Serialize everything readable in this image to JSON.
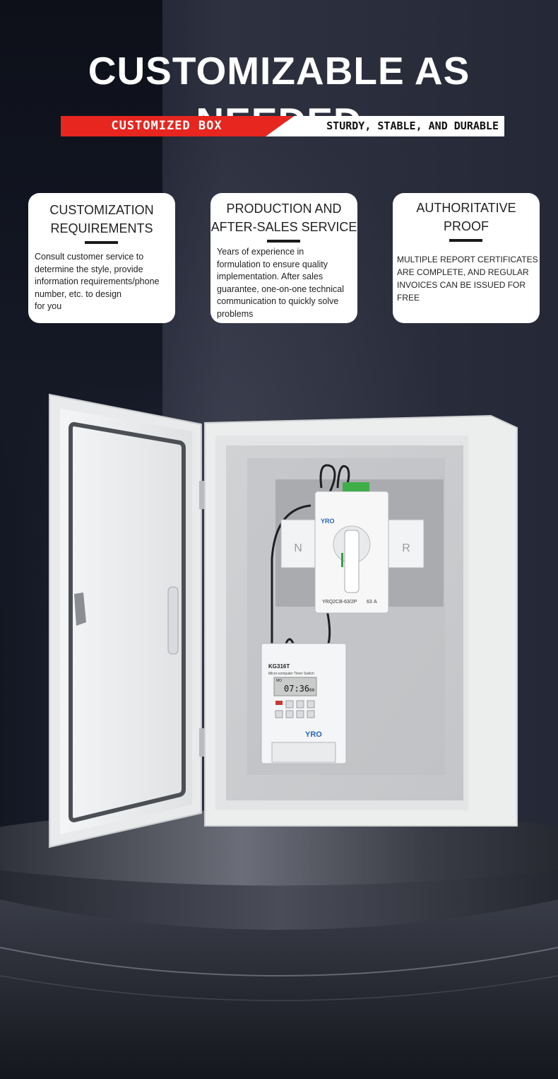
{
  "header": {
    "title": "CUSTOMIZABLE AS NEEDED",
    "banner_left": "CUSTOMIZED BOX",
    "banner_right": "STURDY, STABLE, AND DURABLE"
  },
  "cards": [
    {
      "title_line1": "CUSTOMIZATION",
      "title_line2": "REQUIREMENTS",
      "body": [
        "Consult customer service to",
        "determine the style, provide",
        "information requirements/phone",
        "number, etc. to design",
        "for you"
      ]
    },
    {
      "title_line1": "PRODUCTION AND",
      "title_line2": "AFTER-SALES SERVICE",
      "body": [
        "Years of experience in",
        "formulation to ensure quality",
        "implementation. After sales",
        "guarantee, one-on-one technical",
        "communication to quickly solve",
        "problems"
      ]
    },
    {
      "title_line1": "AUTHORITATIVE",
      "title_line2": "PROOF",
      "body": [
        "MULTIPLE REPORT CERTIFICATES",
        "ARE COMPLETE, AND REGULAR",
        "INVOICES CAN BE ISSUED FOR",
        "FREE"
      ]
    }
  ],
  "product": {
    "switch_brand": "YRO",
    "switch_label_n": "N",
    "switch_label_r": "R",
    "switch_model": "YRQ2CB-63/2P",
    "switch_rating": "63",
    "switch_unit": "A",
    "timer_model": "KG316T",
    "timer_subtitle": "Micro-computer Timer Switch",
    "timer_day": "MO",
    "timer_time": "07:36",
    "timer_seconds": "00",
    "timer_brand": "YRO"
  },
  "colors": {
    "accent_red": "#e6261f",
    "card_bg": "#ffffff",
    "background": "#2a2d3b"
  }
}
